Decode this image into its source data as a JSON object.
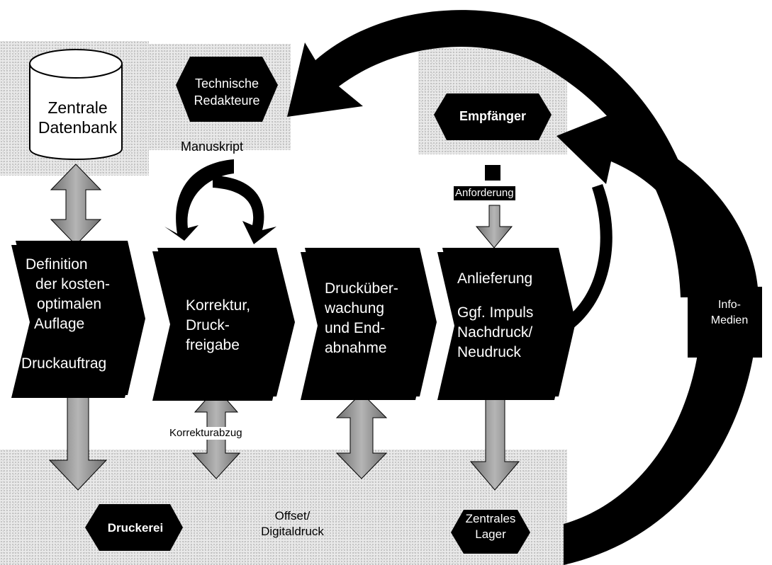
{
  "nodes": {
    "database": {
      "line1": "Zentrale",
      "line2": "Datenbank",
      "icon": "database-icon"
    },
    "tech_writers": {
      "line1": "Technische",
      "line2": "Redakteure",
      "shape": "hexagon"
    },
    "recipient": {
      "label": "Empfänger",
      "shape": "hexagon"
    },
    "printer": {
      "label": "Druckerei",
      "shape": "hexagon"
    },
    "warehouse": {
      "line1": "Zentrales",
      "line2": "Lager",
      "shape": "hexagon"
    },
    "info_media": {
      "line1": "Info-",
      "line2": "Medien"
    }
  },
  "process_steps": [
    {
      "lines": [
        "Definition",
        "der kosten-",
        "optimalen",
        "Auflage"
      ],
      "extra": "Druckauftrag"
    },
    {
      "lines": [
        "Korrektur,",
        "Druck-",
        "freigabe"
      ]
    },
    {
      "lines": [
        "Drucküber-",
        "wachung",
        "und End-",
        "abnahme"
      ]
    },
    {
      "lines": [
        "Anlieferung"
      ],
      "extra_lines": [
        "Ggf. Impuls",
        "Nachdruck/",
        "Neudruck"
      ]
    }
  ],
  "labels": {
    "manuscript": "Manuskript",
    "request": "Anforderung",
    "proof": "Korrekturabzug",
    "print_method_line1": "Offset/",
    "print_method_line2": "Digitaldruck"
  },
  "colors": {
    "box": "#000000",
    "arrow_fill": "#8c8c8c",
    "background_texture": "#e9e9e9"
  }
}
